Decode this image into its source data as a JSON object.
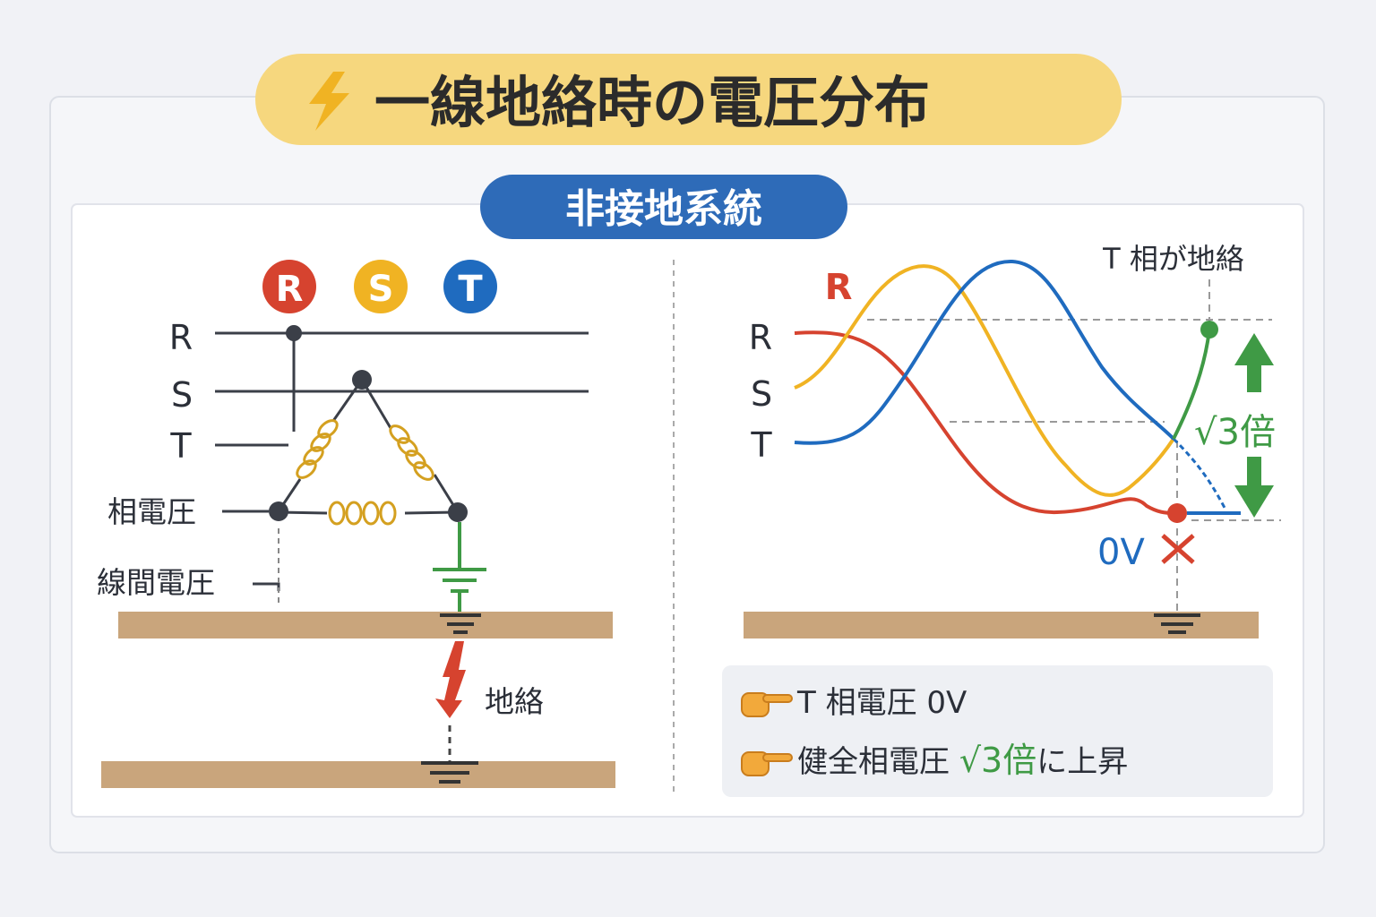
{
  "title": "一線地絡時の電圧分布",
  "subtitle": "非接地系統",
  "colors": {
    "R": "#d6432f",
    "S": "#f0b323",
    "T": "#1f6bbf",
    "green": "#3f9a45",
    "title_bg": "#f6d77e",
    "subtitle_bg": "#2e6bb8",
    "ground": "#c9a57c"
  },
  "left": {
    "phase_badges": [
      "R",
      "S",
      "T"
    ],
    "line_labels": [
      "R",
      "S",
      "T"
    ],
    "phase_voltage_label": "相電圧",
    "line_voltage_label": "線間電圧",
    "fault_label": "地絡"
  },
  "right": {
    "line_labels": [
      "R",
      "S",
      "T"
    ],
    "curve_label": "R",
    "fault_note": "T 相が地絡",
    "rise_label_root": "√3",
    "rise_label_suffix": "倍",
    "zero_label": "0V"
  },
  "summary": {
    "line1": "T 相電圧 0V",
    "line2_prefix": "健全相電圧 ",
    "line2_highlight": "√3倍",
    "line2_suffix": "に上昇"
  }
}
